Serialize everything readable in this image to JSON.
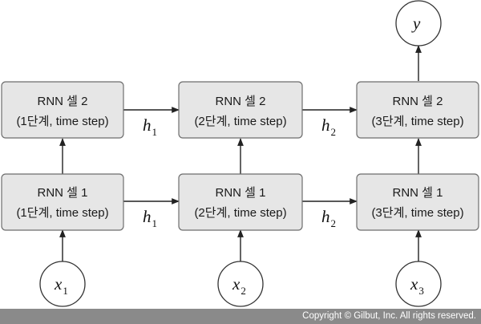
{
  "cells": [
    {
      "id": "c21",
      "line1": "RNN 셀 2",
      "line2": "(1단계, time step)"
    },
    {
      "id": "c22",
      "line1": "RNN 셀 2",
      "line2": "(2단계, time step)"
    },
    {
      "id": "c23",
      "line1": "RNN 셀 2",
      "line2": "(3단계, time step)"
    },
    {
      "id": "c11",
      "line1": "RNN 셀 1",
      "line2": "(1단계, time step)"
    },
    {
      "id": "c12",
      "line1": "RNN 셀 1",
      "line2": "(2단계, time step)"
    },
    {
      "id": "c13",
      "line1": "RNN 셀 1",
      "line2": "(3단계, time step)"
    }
  ],
  "hidden_labels": [
    {
      "id": "h-top-1",
      "main": "h",
      "sub": "1"
    },
    {
      "id": "h-top-2",
      "main": "h",
      "sub": "2"
    },
    {
      "id": "h-bot-1",
      "main": "h",
      "sub": "1"
    },
    {
      "id": "h-bot-2",
      "main": "h",
      "sub": "2"
    }
  ],
  "inputs": [
    {
      "id": "x1",
      "main": "x",
      "sub": "1"
    },
    {
      "id": "x2",
      "main": "x",
      "sub": "2"
    },
    {
      "id": "x3",
      "main": "x",
      "sub": "3"
    }
  ],
  "output": {
    "id": "y",
    "main": "y"
  },
  "footer": {
    "copyright": "Copyright © Gilbut, Inc. All rights reserved."
  }
}
